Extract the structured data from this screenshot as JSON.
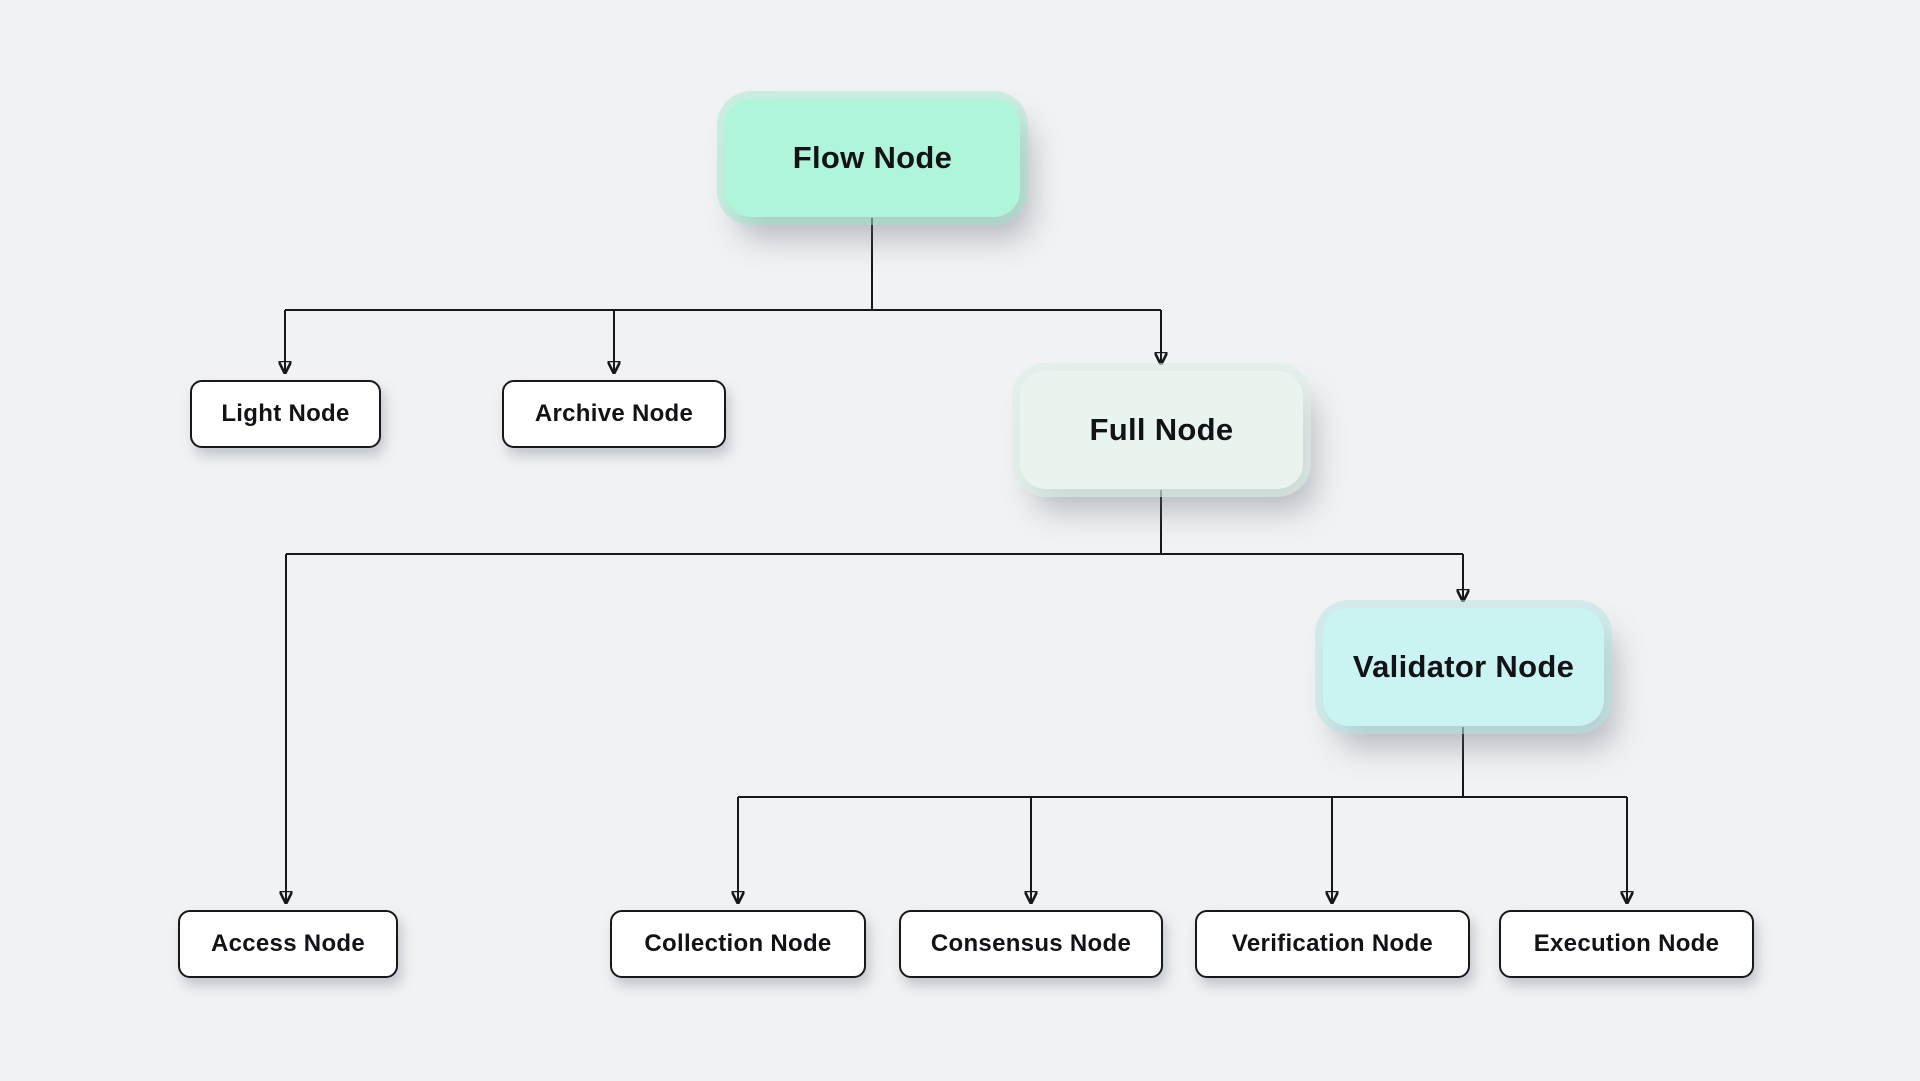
{
  "canvas": {
    "background": "#f1f2f4",
    "line_color": "#17181a",
    "text_color": "#121217"
  },
  "nodes": [
    {
      "id": "flow-node",
      "label": "Flow Node",
      "fill": "#aef5d9",
      "kind": "highlight"
    },
    {
      "id": "light-node",
      "label": "Light Node",
      "fill": "#ffffff",
      "kind": "leaf"
    },
    {
      "id": "archive-node",
      "label": "Archive Node",
      "fill": "#ffffff",
      "kind": "leaf"
    },
    {
      "id": "full-node",
      "label": "Full Node",
      "fill": "#e8f5ee",
      "kind": "highlight"
    },
    {
      "id": "access-node",
      "label": "Access Node",
      "fill": "#ffffff",
      "kind": "leaf"
    },
    {
      "id": "validator-node",
      "label": "Validator Node",
      "fill": "#c9f4f1",
      "kind": "highlight"
    },
    {
      "id": "collection-node",
      "label": "Collection Node",
      "fill": "#ffffff",
      "kind": "leaf"
    },
    {
      "id": "consensus-node",
      "label": "Consensus Node",
      "fill": "#ffffff",
      "kind": "leaf"
    },
    {
      "id": "verification-node",
      "label": "Verification Node",
      "fill": "#ffffff",
      "kind": "leaf"
    },
    {
      "id": "execution-node",
      "label": "Execution Node",
      "fill": "#ffffff",
      "kind": "leaf"
    }
  ],
  "hierarchy": [
    {
      "parent": "Flow Node",
      "children": [
        "Light Node",
        "Archive Node",
        "Full Node"
      ]
    },
    {
      "parent": "Full Node",
      "children": [
        "Access Node",
        "Validator Node"
      ]
    },
    {
      "parent": "Validator Node",
      "children": [
        "Collection Node",
        "Consensus Node",
        "Verification Node",
        "Execution Node"
      ]
    }
  ]
}
